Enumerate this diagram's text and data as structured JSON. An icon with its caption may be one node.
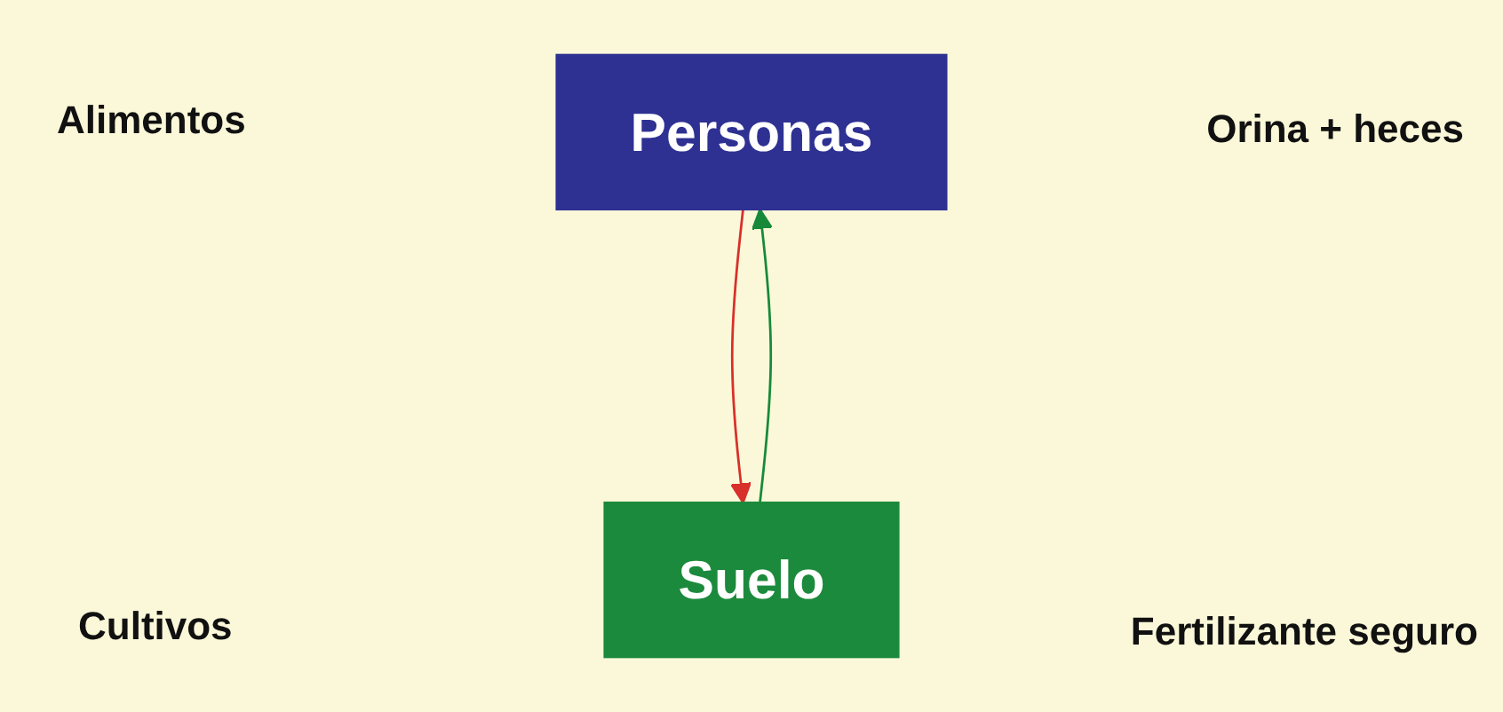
{
  "diagram": {
    "nodes": [
      {
        "text": [
          "Personas"
        ]
      },
      {
        "text": [
          "Suelo"
        ]
      }
    ],
    "edges": [
      {
        "from": 0,
        "to": 1,
        "arrow": "to",
        "color": "#d8302a"
      },
      {
        "from": 1,
        "to": 0,
        "arrow": "to",
        "color": "#178a3a"
      }
    ],
    "labels": [
      "Alimentos",
      "Orina + heces",
      "Cultivos",
      "Fertilizante seguro"
    ]
  }
}
